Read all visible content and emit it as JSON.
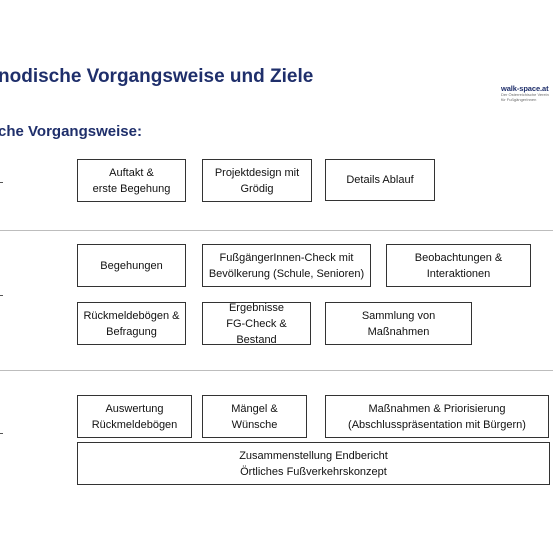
{
  "header": {
    "title": "nodische Vorgangsweise und Ziele",
    "subtitle": "che Vorgangsweise:"
  },
  "logo": {
    "name": "walk-space.at",
    "sub1": "Der Österreichische Verein",
    "sub2": "für FußgängerInnen"
  },
  "phase1": {
    "auftakt": "Auftakt &\nerste Begehung",
    "projektdesign": "Projektdesign mit\nGrödig",
    "details": "Details Ablauf"
  },
  "phase2": {
    "begehungen": "Begehungen",
    "check": "FußgängerInnen-Check mit\nBevölkerung (Schule, Senioren)",
    "beobachtungen": "Beobachtungen &\nInteraktionen",
    "rueckmelde": "Rückmeldebögen &\nBefragung",
    "ergebnisse": "Ergebnisse\nFG-Check & Bestand",
    "sammlung": "Sammlung von Maßnahmen"
  },
  "phase3": {
    "auswertung": "Auswertung\nRückmeldebögen",
    "maengel": "Mängel &\nWünsche",
    "massnahmen": "Maßnahmen & Priorisierung\n(Abschlusspräsentation mit Bürgern)",
    "endbericht": "Zusammenstellung Endbericht\nÖrtliches Fußverkehrskonzept"
  },
  "colors": {
    "heading": "#1f2f6b",
    "box_border": "#333333",
    "divider": "#bdbdbd"
  }
}
